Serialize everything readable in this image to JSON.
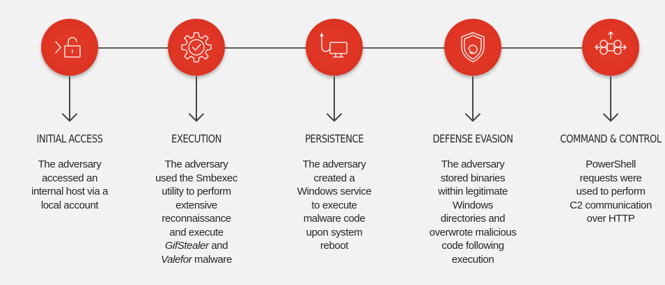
{
  "colors": {
    "circle": "#e03524",
    "line": "#5d5d5d",
    "background": "#f2f2f2"
  },
  "stages": [
    {
      "icon": "unlocked-padlock-icon",
      "title": "INITIAL ACCESS",
      "description": [
        "The adversary",
        "accessed an",
        "internal host via a",
        "local account"
      ]
    },
    {
      "icon": "gear-checkmark-icon",
      "title": "EXECUTION",
      "description": [
        "The adversary",
        "used the Smbexec",
        "utility to perform",
        "extensive",
        "reconnaissance",
        "and execute"
      ],
      "description_tail": [
        {
          "italic": "GifStealer",
          "plain": " and"
        },
        {
          "italic": "Valefor",
          "plain": " malware"
        }
      ]
    },
    {
      "icon": "hook-monitor-icon",
      "title": "PERSISTENCE",
      "description": [
        "The adversary",
        "created a",
        "Windows service",
        "to execute",
        "malware code",
        "upon system",
        "reboot"
      ]
    },
    {
      "icon": "shield-refresh-icon",
      "title": "DEFENSE EVASION",
      "description": [
        "The adversary",
        "stored binaries",
        "within legitimate",
        "Windows",
        "directories and",
        "overwrote malicious",
        "code following",
        "execution"
      ]
    },
    {
      "icon": "command-arrows-icon",
      "title": "COMMAND & CONTROL",
      "description": [
        "PowerShell",
        "requests were",
        "used to perform",
        "C2 communication",
        "over HTTP"
      ]
    }
  ]
}
